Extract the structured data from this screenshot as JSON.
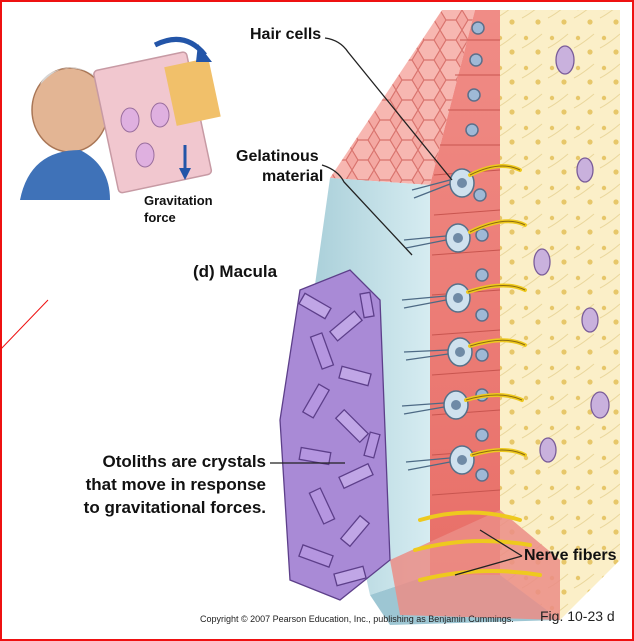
{
  "labels": {
    "hair_cells": "Hair cells",
    "gelatinous_line1": "Gelatinous",
    "gelatinous_line2": "material",
    "gravitation_line1": "Gravitation",
    "gravitation_line2": "force",
    "macula": "(d) Macula",
    "otoliths_line1": "Otoliths are crystals",
    "otoliths_line2": "that move in response",
    "otoliths_line3": "to gravitational forces.",
    "nerve_fibers": "Nerve fibers"
  },
  "footer": {
    "copyright": "Copyright © 2007 Pearson Education, Inc., publishing as Benjamin Cummings.",
    "figure": "Fig. 10-23 d"
  },
  "colors": {
    "frame": "#e11111",
    "epithelium": "#f29a95",
    "connective": "#fbefc8",
    "gel": "#bcdde6",
    "otolith": "#9f7fcf",
    "nerve": "#f3d42a"
  }
}
